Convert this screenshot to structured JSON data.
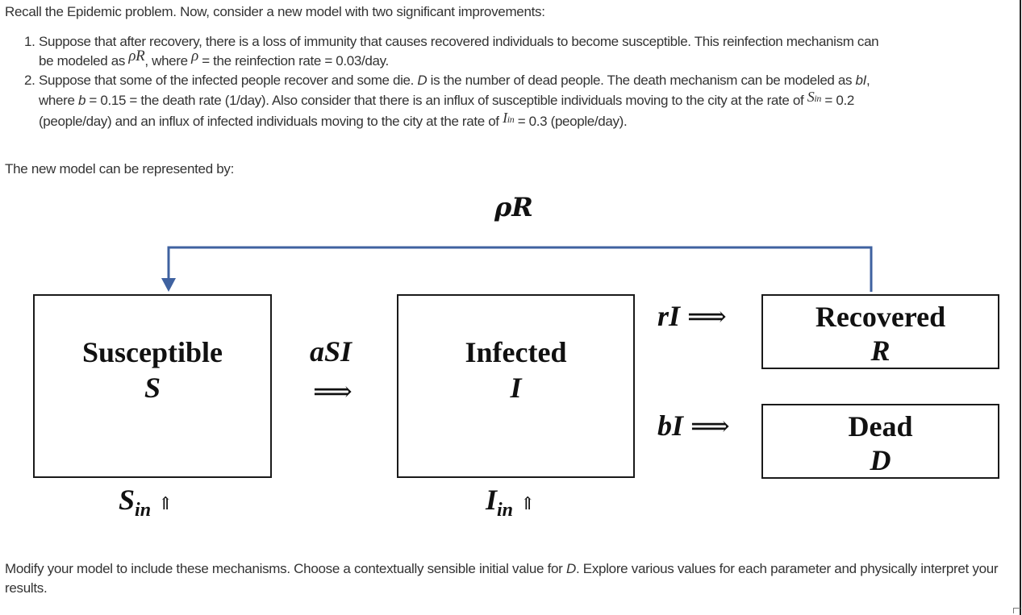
{
  "intro": "Recall the Epidemic problem. Now, consider a new model with two significant improvements:",
  "items": [
    {
      "number": "1.",
      "line1": "Suppose that after recovery, there is a loss of immunity that causes recovered individuals to become susceptible. This reinfection mechanism can",
      "line2_pre": "be modeled as ",
      "line2_math1": "ρR",
      "line2_mid": ", where ",
      "line2_math2": "ρ",
      "line2_post": " = the reinfection rate = 0.03/day."
    },
    {
      "number": "2.",
      "line1_pre": "Suppose that some of the infected people recover and some die. ",
      "line1_D": "D",
      "line1_mid": " is the number of dead people.  The death mechanism can be modeled as ",
      "line1_bI": "bI",
      "line1_post": ",",
      "line2_pre": "where ",
      "line2_b": "b",
      "line2_mid": " = 0.15 = the death rate (1/day). Also consider that there is an influx of susceptible individuals moving to the city at the rate of ",
      "line2_sin_base": "S",
      "line2_sin_sub": "in",
      "line2_post": " = 0.2",
      "line3_pre": "(people/day) and an influx of infected individuals moving to the city at the rate of ",
      "line3_iin_base": "I",
      "line3_iin_sub": "in",
      "line3_post": " = 0.3 (people/day)."
    }
  ],
  "lead": "The new model can be represented by:",
  "diagram": {
    "reinfection_label_rho": "ρ",
    "reinfection_label_R": "R",
    "feedback_color": "#3f62a0",
    "compartments": {
      "susceptible": {
        "name": "Susceptible",
        "symbol": "S"
      },
      "infected": {
        "name": "Infected",
        "symbol": "I"
      },
      "recovered": {
        "name": "Recovered",
        "symbol": "R"
      },
      "dead": {
        "name": "Dead",
        "symbol": "D"
      }
    },
    "flows": {
      "infection": "aSI",
      "recovery": "rI",
      "death": "bI",
      "arrow": "⟹",
      "inflow_arrow": "⇑"
    },
    "inflows": {
      "s_in_base": "S",
      "s_in_sub": "in",
      "i_in_base": "I",
      "i_in_sub": "in"
    }
  },
  "outro": "Modify your model to include these mechanisms. Choose a contextually sensible initial value for D. Explore various values for each parameter and physically interpret your results.",
  "outro_parts": {
    "pre": "Modify your model to include these mechanisms. Choose a contextually sensible initial value for ",
    "D": "D",
    "post": ". Explore various values for each parameter and physically interpret your results."
  }
}
